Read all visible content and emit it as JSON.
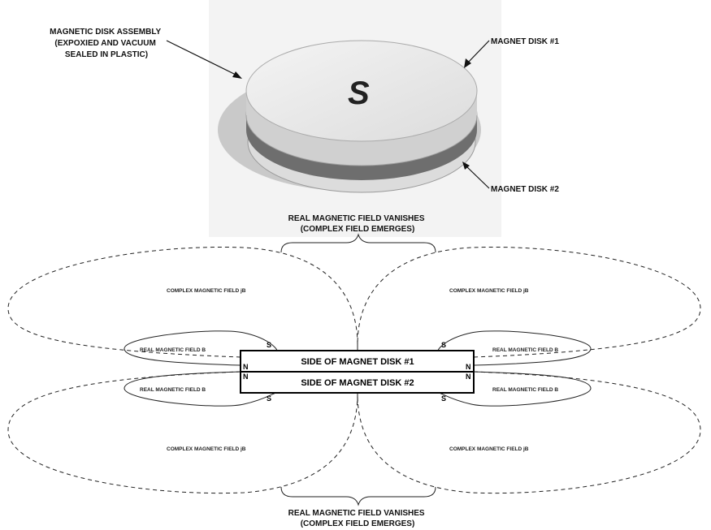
{
  "top": {
    "assembly_label": [
      "MAGNETIC DISK ASSEMBLY",
      "(EXPOXIED AND VACUUM",
      "SEALED IN PLASTIC)"
    ],
    "disk1_label": "MAGNET DISK #1",
    "disk2_label": "MAGNET DISK #2",
    "center_mark": "S"
  },
  "field": {
    "vanish_top": [
      "REAL MAGNETIC FIELD VANISHES",
      "(COMPLEX FIELD EMERGES)"
    ],
    "vanish_bottom": [
      "REAL MAGNETIC FIELD VANISHES",
      "(COMPLEX FIELD EMERGES)"
    ],
    "complex_label": "COMPLEX MAGNETIC FIELD jB",
    "real_label": "REAL MAGNETIC FIELD B",
    "side1": "SIDE OF MAGNET DISK #1",
    "side2": "SIDE OF MAGNET DISK #2",
    "pole_n": "N",
    "pole_s": "S"
  },
  "colors": {
    "disk_top": "#e6e6e6",
    "disk1_side": "#d4d4d4",
    "band": "#707070",
    "disk2_side": "#dcdcdc",
    "panel_bg": "#f2f2f2"
  }
}
